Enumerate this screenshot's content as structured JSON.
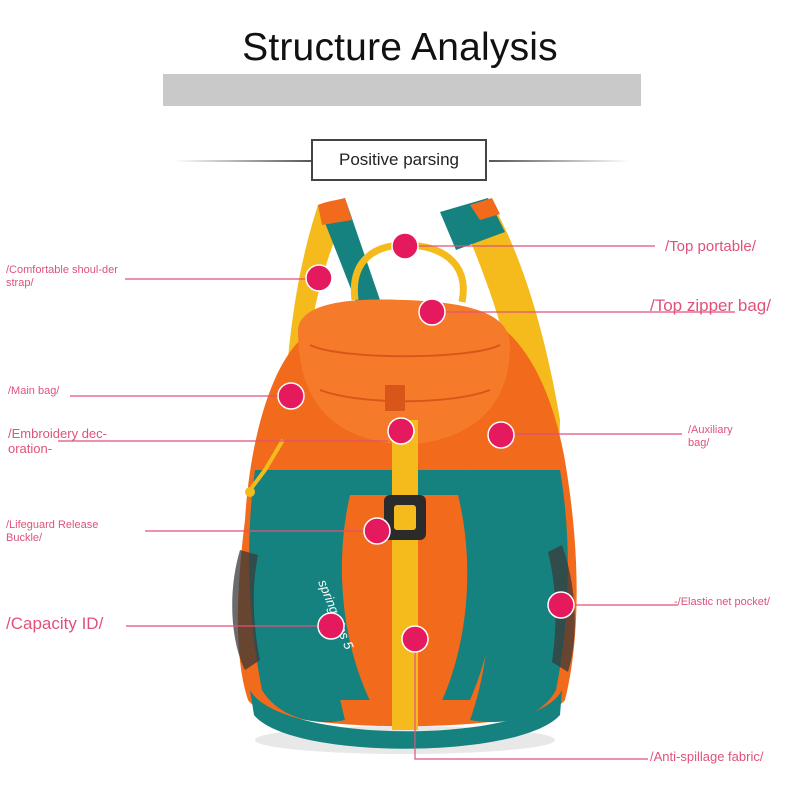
{
  "header": {
    "title": "Structure Analysis",
    "subtitle": "Positive parsing"
  },
  "colors": {
    "accent": "#e0527a",
    "marker": "#e5195e",
    "bag_orange": "#f26a1b",
    "bag_teal": "#15827f",
    "strap_yellow": "#f5bb1d"
  },
  "callouts": [
    {
      "id": "top-portable",
      "label": "/Top portable/"
    },
    {
      "id": "shoulder-strap",
      "label": "/Comfortable shoul-der strap/"
    },
    {
      "id": "top-zipper-bag",
      "label": "/Top zipper bag/"
    },
    {
      "id": "main-bag",
      "label": "/Main bag/"
    },
    {
      "id": "embroidery",
      "label": "/Embroidery dec-oration-"
    },
    {
      "id": "auxiliary-bag",
      "label": "/Auxiliary bag/"
    },
    {
      "id": "lifeguard-buckle",
      "label": "/Lifeguard Release Buckle/"
    },
    {
      "id": "elastic-net-pocket",
      "label": "-/Elastic net pocket/"
    },
    {
      "id": "capacity-id",
      "label": "/Capacity ID/"
    },
    {
      "id": "anti-spillage-fabric",
      "label": "/Anti-spillage fabric/"
    }
  ],
  "product": {
    "printed_text": "spring gins 5"
  }
}
